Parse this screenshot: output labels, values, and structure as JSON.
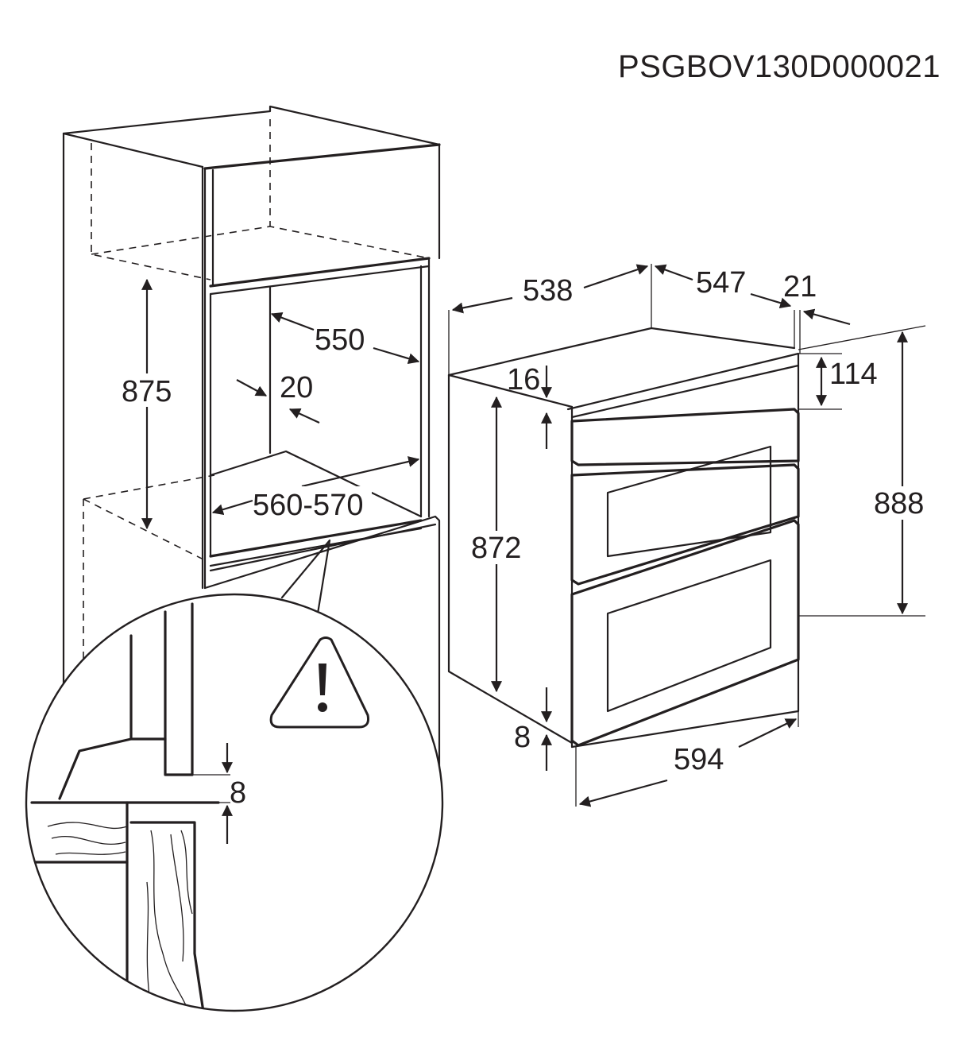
{
  "document_code": "PSGBOV130D000021",
  "dimensions": {
    "niche_height": "875",
    "niche_depth": "550",
    "rear_gap": "20",
    "niche_width": "560-570",
    "detail_gap": "8",
    "oven_depth_total": "538",
    "oven_depth_body": "547",
    "door_thickness": "21",
    "control_panel_height": "114",
    "top_offset": "16",
    "body_height": "872",
    "total_height": "888",
    "bottom_offset": "8",
    "oven_width": "594"
  },
  "icons": {
    "warning": "warning-triangle-icon"
  }
}
